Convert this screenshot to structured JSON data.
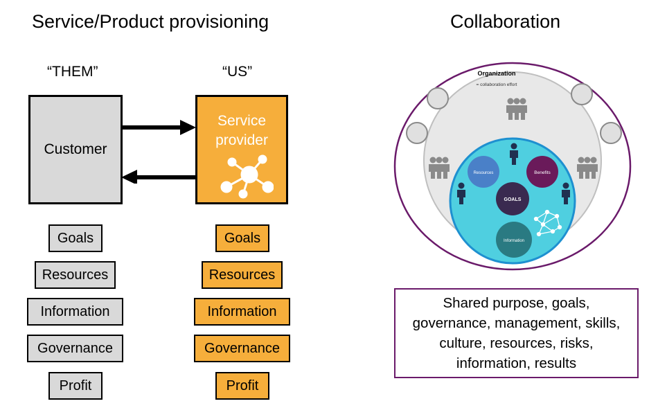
{
  "left": {
    "title": "Service/Product provisioning",
    "them_label": "“THEM”",
    "us_label": "“US”",
    "customer_label": "Customer",
    "provider_label_line1": "Service",
    "provider_label_line2": "provider",
    "them_items": [
      "Goals",
      "Resources",
      "Information",
      "Governance",
      "Profit"
    ],
    "us_items": [
      "Goals",
      "Resources",
      "Information",
      "Governance",
      "Profit"
    ]
  },
  "right": {
    "title": "Collaboration",
    "org_label": "Organization",
    "org_sublabel": "= collaboration effort",
    "circle_resources": "Resources",
    "circle_benefits": "Benefits",
    "circle_goals": "GOALS",
    "circle_information": "Information",
    "summary_line1": "Shared purpose, goals,",
    "summary_line2": "governance, management, skills,",
    "summary_line3": "culture, resources, risks,",
    "summary_line4": "information, results"
  },
  "colors": {
    "grey_fill": "#d9d9d9",
    "orange_fill": "#f6ae3b",
    "purple_border": "#6a1a6a",
    "teal_circle": "#4fcfe0",
    "resources_circle": "#4a80c8",
    "benefits_circle": "#6a1a5a",
    "goals_circle": "#3a2a50",
    "information_circle": "#2a7a82"
  }
}
